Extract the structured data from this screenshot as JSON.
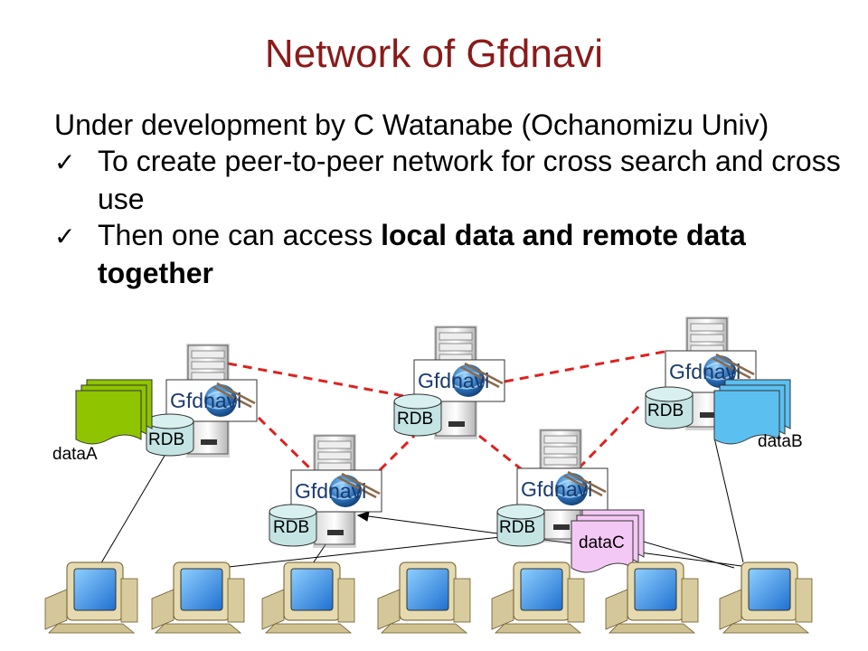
{
  "title": "Network of Gfdnavi",
  "bullets": {
    "intro": "Under development by C Watanabe (Ochanomizu Univ)",
    "item1": "To create peer-to-peer network for cross search and cross use",
    "item2_prefix": "Then one can access ",
    "item2_bold": "local data and remote data together",
    "check": "✓"
  },
  "diagram": {
    "node_label": "Gfdnavi",
    "db_label": "RDB",
    "data_labels": {
      "a": "dataA",
      "b": "dataB",
      "c": "dataC"
    },
    "colors": {
      "peer_link": "#e02020",
      "data_a": "#8fc400",
      "data_b": "#5bc0f0",
      "data_c": "#f4c8f4",
      "db": "#c4e4e4"
    }
  }
}
